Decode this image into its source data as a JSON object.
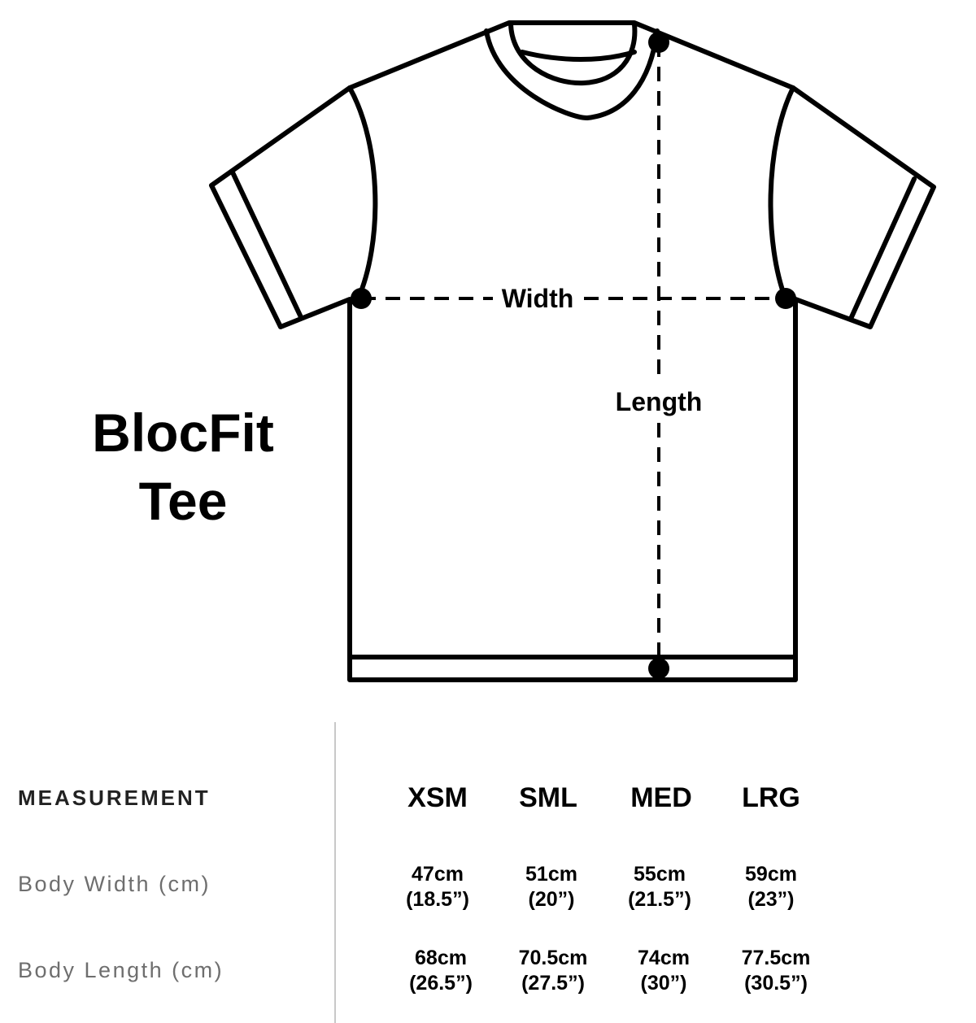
{
  "product": {
    "title_line1": "BlocFit",
    "title_line2": "Tee"
  },
  "diagram": {
    "width_label": "Width",
    "length_label": "Length"
  },
  "table": {
    "header": "MEASUREMENT",
    "sizes": [
      "XSM",
      "SML",
      "MED",
      "LRG"
    ],
    "rows": [
      {
        "label": "Body Width (cm)",
        "values": [
          {
            "cm": "47cm",
            "in": "(18.5”)"
          },
          {
            "cm": "51cm",
            "in": "(20”)"
          },
          {
            "cm": "55cm",
            "in": "(21.5”)"
          },
          {
            "cm": "59cm",
            "in": "(23”)"
          }
        ]
      },
      {
        "label": "Body Length (cm)",
        "values": [
          {
            "cm": "68cm",
            "in": "(26.5”)"
          },
          {
            "cm": "70.5cm",
            "in": "(27.5”)"
          },
          {
            "cm": "74cm",
            "in": "(30”)"
          },
          {
            "cm": "77.5cm",
            "in": "(30.5”)"
          }
        ]
      }
    ]
  }
}
